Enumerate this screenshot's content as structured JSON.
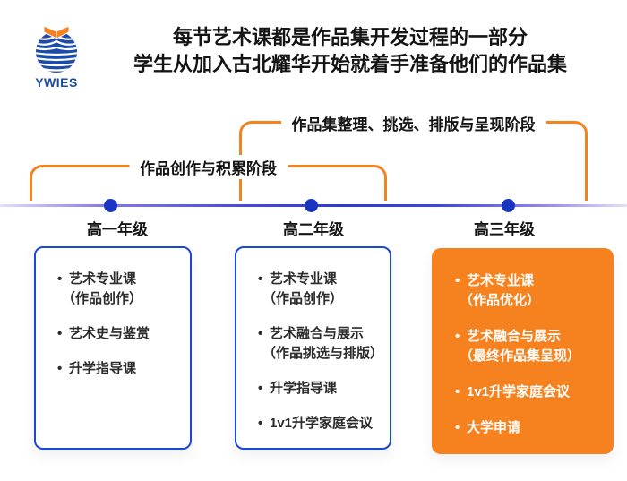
{
  "logo": {
    "name": "YWIES"
  },
  "title": {
    "line1": "每节艺术课都是作品集开发过程的一部分",
    "line2": "学生从加入古北耀华开始就着手准备他们的作品集"
  },
  "phases": {
    "creation": "作品创作与积累阶段",
    "presentation": "作品集整理、挑选、排版与呈现阶段"
  },
  "timeline": {
    "grades": [
      {
        "label": "高一年级"
      },
      {
        "label": "高二年级"
      },
      {
        "label": "高三年级"
      }
    ]
  },
  "ui": {
    "bullet": "•"
  },
  "columns": [
    {
      "grade": "高一年级",
      "highlight": false,
      "items": [
        {
          "main": "艺术专业课",
          "sub": "（作品创作）"
        },
        {
          "main": "艺术史与鉴赏"
        },
        {
          "main": "升学指导课"
        }
      ]
    },
    {
      "grade": "高二年级",
      "highlight": false,
      "items": [
        {
          "main": "艺术专业课",
          "sub": "（作品创作）"
        },
        {
          "main": "艺术融合与展示",
          "sub": "（作品挑选与排版）"
        },
        {
          "main": "升学指导课"
        },
        {
          "main": "1v1升学家庭会议"
        }
      ]
    },
    {
      "grade": "高三年级",
      "highlight": true,
      "items": [
        {
          "main": "艺术专业课",
          "sub": "（作品优化）"
        },
        {
          "main": "艺术融合与展示",
          "sub": "（最终作品集呈现）"
        },
        {
          "main": "1v1升学家庭会议"
        },
        {
          "main": "大学申请"
        }
      ]
    }
  ],
  "colors": {
    "orange": "#F6821F",
    "blue_border": "#1C46D8",
    "dot_blue": "#1834C0",
    "logo_blue": "#1D4BA8",
    "text_dark": "#141414"
  }
}
